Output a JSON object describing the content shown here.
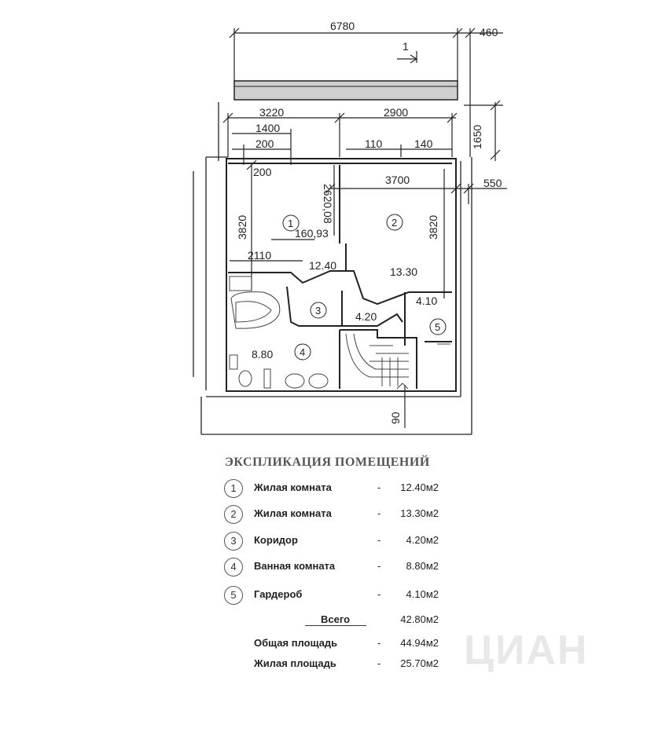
{
  "plan": {
    "dimensions": {
      "top_total": "6780",
      "top_right": "460",
      "arrow_label": "1",
      "left_block": "3220",
      "right_block": "2900",
      "height_right": "1650",
      "d_1400": "1400",
      "d_200_top": "200",
      "d_110": "110",
      "d_140": "140",
      "d_200_inner": "200",
      "d_3700": "3700",
      "d_550": "550",
      "d_2620": "2620,08",
      "d_3820_left": "3820",
      "d_3820_right": "3820",
      "d_160": "160,93",
      "d_2110": "2110",
      "d_90": "90"
    },
    "rooms": [
      {
        "num": "1",
        "area": "12.40"
      },
      {
        "num": "2",
        "area": "13.30"
      },
      {
        "num": "3",
        "area": "4.20"
      },
      {
        "num": "4",
        "area": "8.80"
      },
      {
        "num": "5",
        "area": "4.10"
      }
    ]
  },
  "legend": {
    "title": "ЭКСПЛИКАЦИЯ ПОМЕЩЕНИЙ",
    "items": [
      {
        "num": "1",
        "name": "Жилая комната",
        "dash": "-",
        "value": "12.40м2"
      },
      {
        "num": "2",
        "name": "Жилая комната",
        "dash": "-",
        "value": "13.30м2"
      },
      {
        "num": "3",
        "name": "Коридор",
        "dash": "-",
        "value": "4.20м2"
      },
      {
        "num": "4",
        "name": "Ванная комната",
        "dash": "-",
        "value": "8.80м2"
      },
      {
        "num": "5",
        "name": "Гардероб",
        "dash": "-",
        "value": "4.10м2"
      }
    ],
    "total_label": "Всего",
    "total_value": "42.80м2",
    "general_label": "Общая площадь",
    "general_dash": "-",
    "general_value": "44.94м2",
    "living_label": "Жилая площадь",
    "living_dash": "-",
    "living_value": "25.70м2",
    "watermark": "ЦИАН"
  }
}
